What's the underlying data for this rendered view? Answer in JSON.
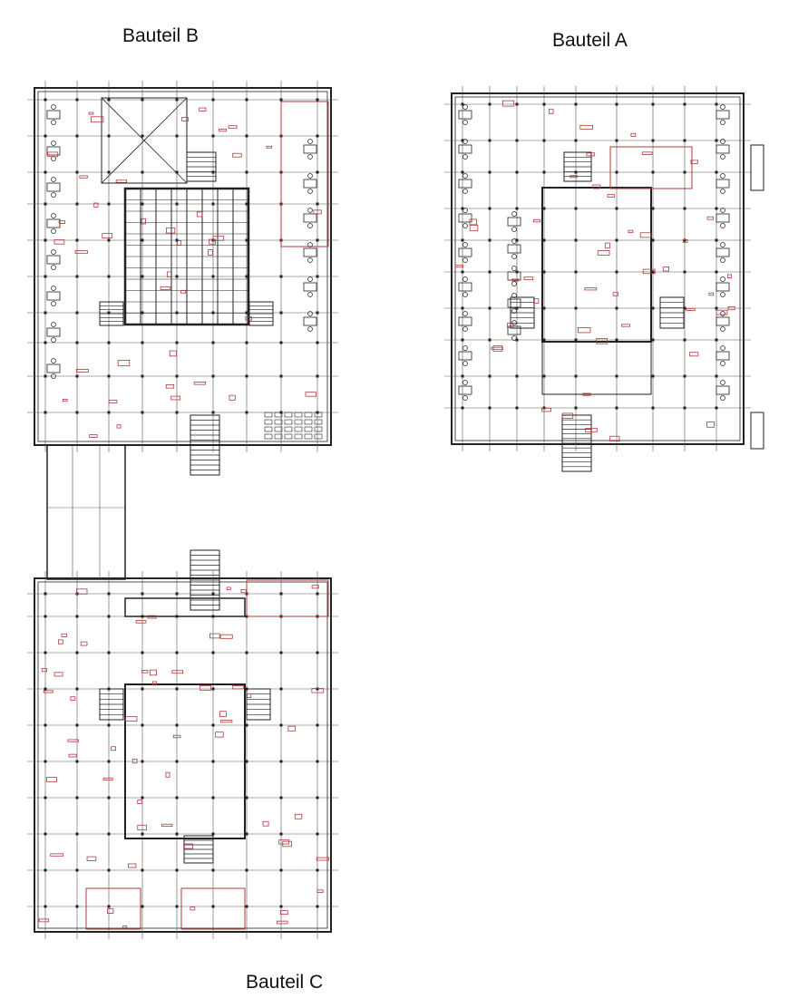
{
  "labels": {
    "building_b": "Bauteil B",
    "building_a": "Bauteil A",
    "building_c": "Bauteil C"
  },
  "colors": {
    "line": "#222222",
    "thin": "#555555",
    "annotation": "#b23a3a",
    "background": "#ffffff"
  }
}
